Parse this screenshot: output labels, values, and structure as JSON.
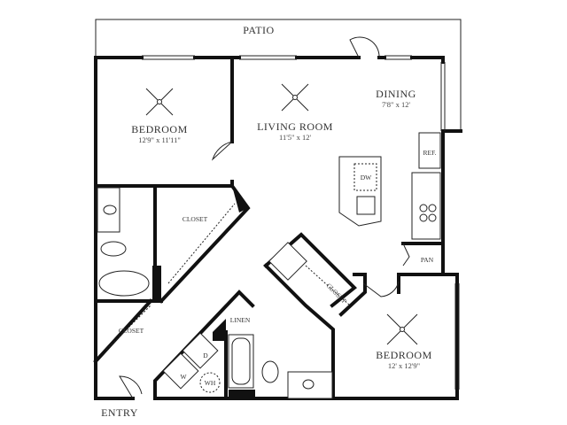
{
  "floorplan": {
    "patio": {
      "label": "PATIO"
    },
    "bedroom_1": {
      "label": "BEDROOM",
      "dimensions": "12'9\" x 11'11\""
    },
    "living_room": {
      "label": "LIVING ROOM",
      "dimensions": "11'5\" x 12'"
    },
    "dining": {
      "label": "DINING",
      "dimensions": "7'8\" x 12'"
    },
    "refrigerator": {
      "label": "REF."
    },
    "dishwasher": {
      "label": "DW"
    },
    "pantry": {
      "label": "PAN"
    },
    "closet_1": {
      "label": "CLOSET"
    },
    "closet_2": {
      "label": "CLOSET"
    },
    "closet_3": {
      "label": "CLOSET"
    },
    "linen": {
      "label": "LINEN"
    },
    "washer": {
      "label": "W"
    },
    "dryer": {
      "label": "D"
    },
    "water_heater": {
      "label": "WH"
    },
    "bedroom_2": {
      "label": "BEDROOM",
      "dimensions": "12' x 12'9\""
    },
    "entry": {
      "label": "ENTRY"
    }
  }
}
